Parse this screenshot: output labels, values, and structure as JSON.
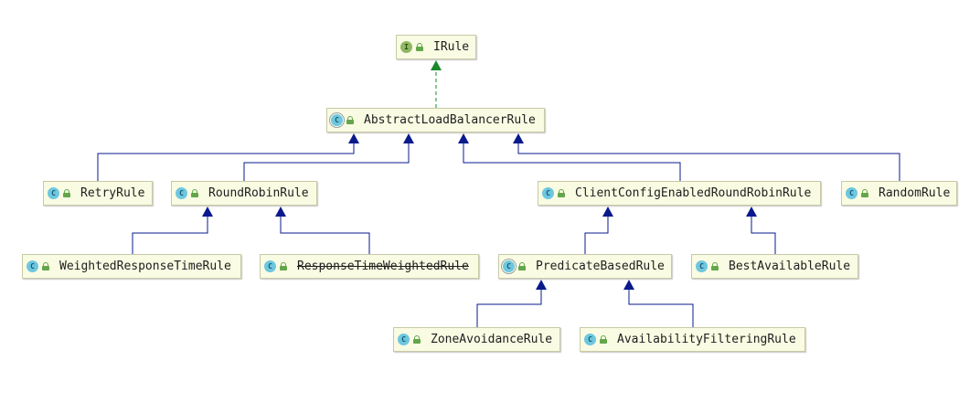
{
  "nodes": [
    {
      "id": "irule",
      "name": "IRule",
      "kind": "interface",
      "icon": "I"
    },
    {
      "id": "abstract",
      "name": "AbstractLoadBalancerRule",
      "kind": "abstract",
      "icon": "C"
    },
    {
      "id": "retry",
      "name": "RetryRule",
      "kind": "class",
      "icon": "C"
    },
    {
      "id": "roundrobin",
      "name": "RoundRobinRule",
      "kind": "class",
      "icon": "C"
    },
    {
      "id": "clientconfig",
      "name": "ClientConfigEnabledRoundRobinRule",
      "kind": "class",
      "icon": "C"
    },
    {
      "id": "random",
      "name": "RandomRule",
      "kind": "class",
      "icon": "C"
    },
    {
      "id": "weighted",
      "name": "WeightedResponseTimeRule",
      "kind": "class",
      "icon": "C"
    },
    {
      "id": "responsetime",
      "name": "ResponseTimeWeightedRule",
      "kind": "class",
      "icon": "C",
      "deprecated": true
    },
    {
      "id": "predicate",
      "name": "PredicateBasedRule",
      "kind": "abstract",
      "icon": "C"
    },
    {
      "id": "bestavailable",
      "name": "BestAvailableRule",
      "kind": "class",
      "icon": "C"
    },
    {
      "id": "zone",
      "name": "ZoneAvoidanceRule",
      "kind": "class",
      "icon": "C"
    },
    {
      "id": "availability",
      "name": "AvailabilityFilteringRule",
      "kind": "class",
      "icon": "C"
    }
  ],
  "edges": [
    {
      "from": "abstract",
      "to": "irule",
      "type": "implements"
    },
    {
      "from": "retry",
      "to": "abstract",
      "type": "extends"
    },
    {
      "from": "roundrobin",
      "to": "abstract",
      "type": "extends"
    },
    {
      "from": "clientconfig",
      "to": "abstract",
      "type": "extends"
    },
    {
      "from": "random",
      "to": "abstract",
      "type": "extends"
    },
    {
      "from": "weighted",
      "to": "roundrobin",
      "type": "extends"
    },
    {
      "from": "responsetime",
      "to": "roundrobin",
      "type": "extends"
    },
    {
      "from": "predicate",
      "to": "clientconfig",
      "type": "extends"
    },
    {
      "from": "bestavailable",
      "to": "clientconfig",
      "type": "extends"
    },
    {
      "from": "zone",
      "to": "predicate",
      "type": "extends"
    },
    {
      "from": "availability",
      "to": "predicate",
      "type": "extends"
    }
  ],
  "colors": {
    "extends_line": "#0a1a8c",
    "implements_line": "#178a2a",
    "node_fill": "#fafbe3",
    "node_border": "#c8c9a6"
  },
  "icons": {
    "kind": "class-kind-icon",
    "visibility": "public-lock-icon"
  }
}
